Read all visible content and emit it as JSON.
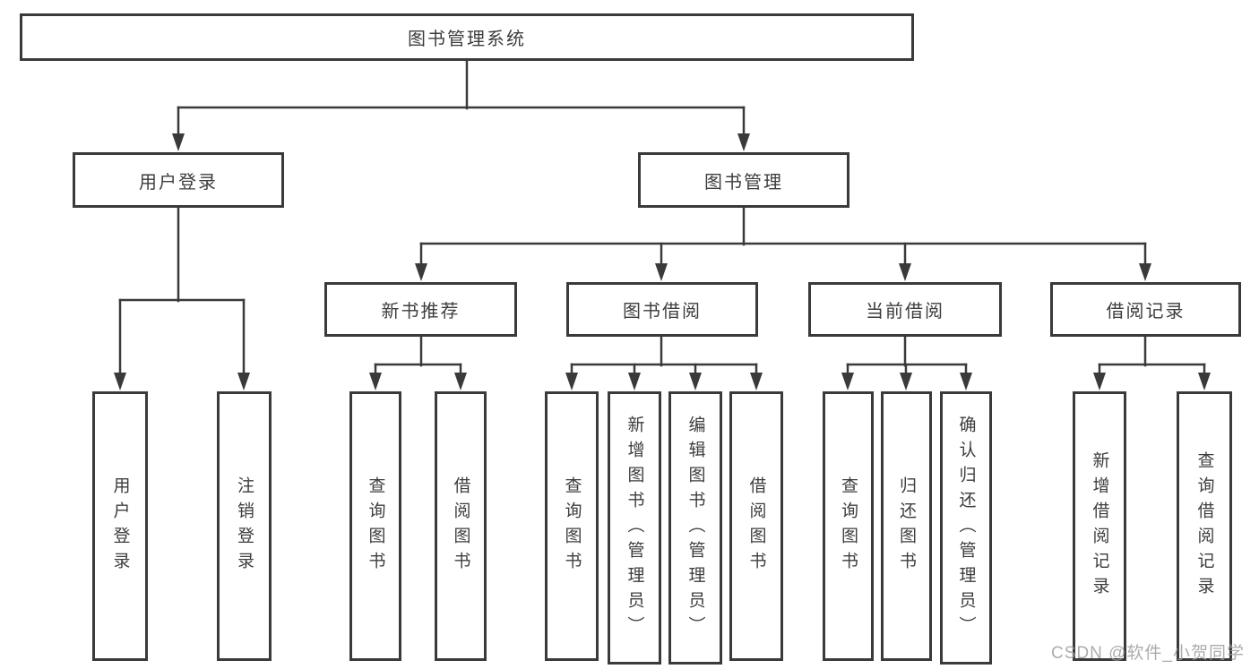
{
  "diagram_type": "hierarchy-tree",
  "colors": {
    "line": "#3a3a3a",
    "box_border": "#3a3a3a",
    "box_fill": "#ffffff",
    "text": "#3d3d3d",
    "watermark": "#9e9e9e",
    "background": "#ffffff"
  },
  "watermark": "CSDN @软件_小贺同学",
  "tree": {
    "label": "图书管理系统",
    "children": [
      {
        "label": "用户登录",
        "children": [
          {
            "label": "用户登录"
          },
          {
            "label": "注销登录"
          }
        ]
      },
      {
        "label": "图书管理",
        "children": [
          {
            "label": "新书推荐",
            "children": [
              {
                "label": "查询图书"
              },
              {
                "label": "借阅图书"
              }
            ]
          },
          {
            "label": "图书借阅",
            "children": [
              {
                "label": "查询图书"
              },
              {
                "label": "新增图书（管理员）"
              },
              {
                "label": "编辑图书（管理员）"
              },
              {
                "label": "借阅图书"
              }
            ]
          },
          {
            "label": "当前借阅",
            "children": [
              {
                "label": "查询图书"
              },
              {
                "label": "归还图书"
              },
              {
                "label": "确认归还（管理员）"
              }
            ]
          },
          {
            "label": "借阅记录",
            "children": [
              {
                "label": "新增借阅记录"
              },
              {
                "label": "查询借阅记录"
              }
            ]
          }
        ]
      }
    ]
  }
}
